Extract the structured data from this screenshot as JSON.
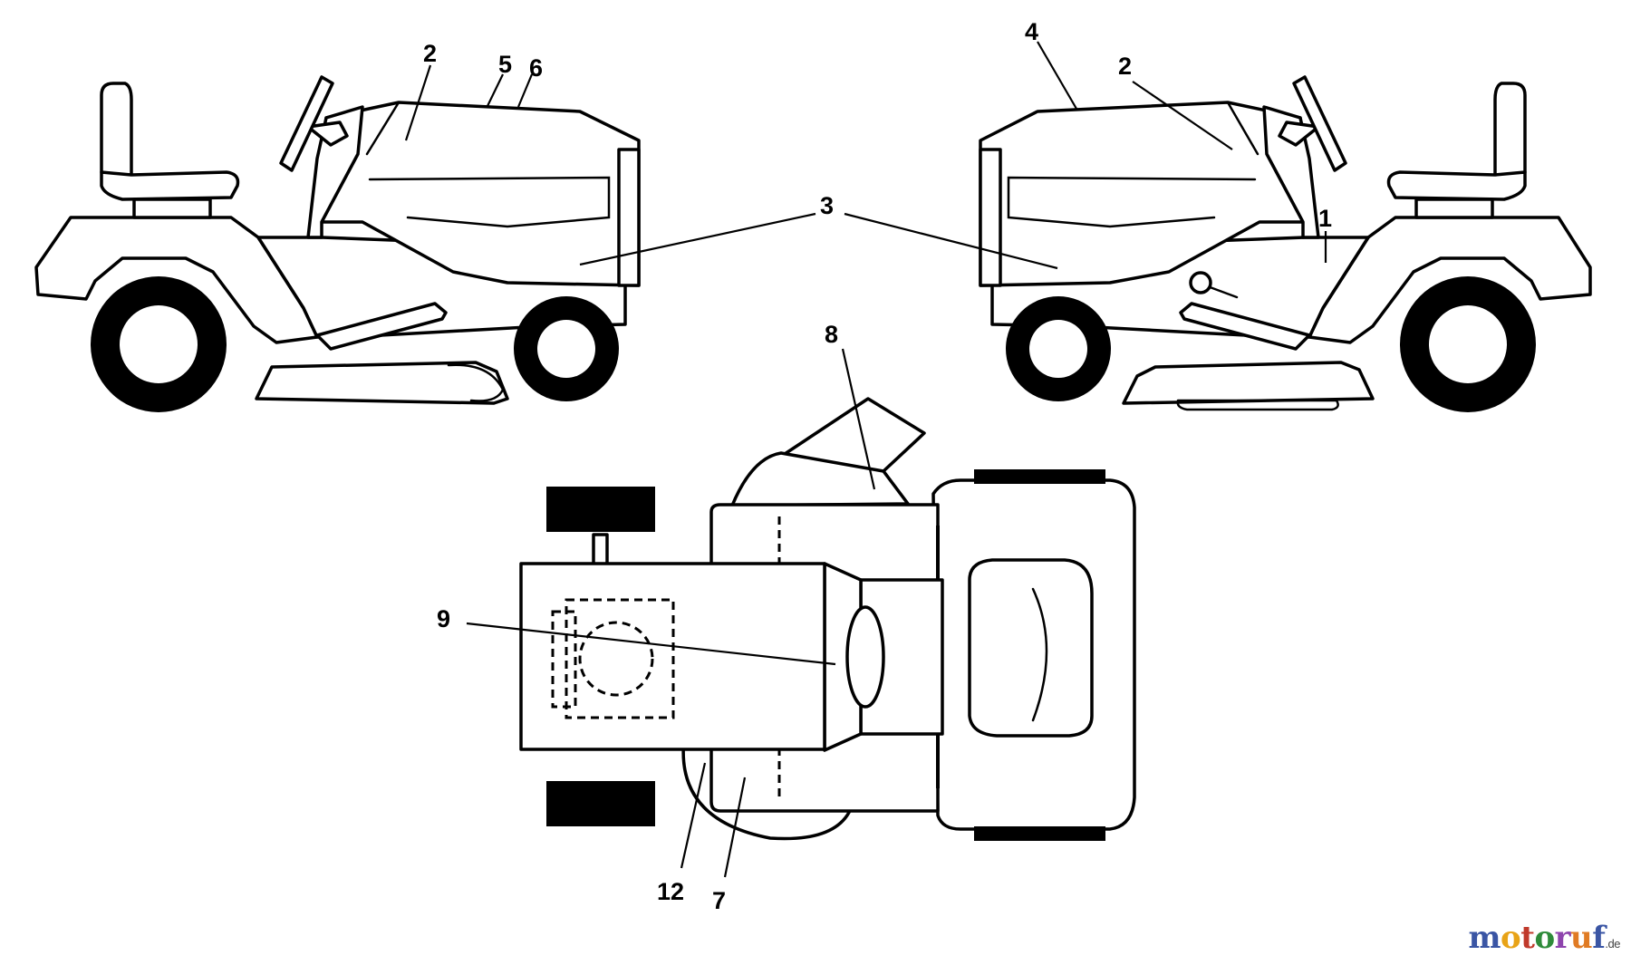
{
  "callouts": {
    "c1": "1",
    "c2a": "2",
    "c2b": "2",
    "c3": "3",
    "c4": "4",
    "c5": "5",
    "c6": "6",
    "c7": "7",
    "c8": "8",
    "c9": "9",
    "c12": "12"
  },
  "watermark": {
    "letters": [
      "m",
      "o",
      "t",
      "o",
      "r",
      "u",
      "f"
    ],
    "tld": ".de",
    "colors": [
      "#3a55a4",
      "#e8a317",
      "#c0392b",
      "#2e8b3a",
      "#8e44ad",
      "#e07b24",
      "#3a55a4"
    ]
  }
}
